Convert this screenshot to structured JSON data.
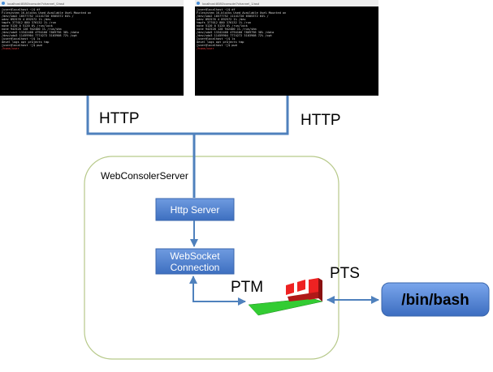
{
  "colors": {
    "connector": "#4f81bd",
    "box_fill_top": "#6f9be0",
    "box_fill_bottom": "#3d6fc0",
    "bash_fill_top": "#7aa6ec",
    "bash_fill_bottom": "#3c6dc0",
    "server_border": "#b7c98a",
    "terminal_bg": "#000000",
    "pty_green": "#33cc33",
    "pty_red": "#ee2222"
  },
  "terminals": [
    {
      "url": "localhost:8080/console/?channel_0/asd",
      "lines": [
        "[user@localhost ~]$ df",
        "Filesystem      1K-blocks     Used  Available Use% Mounted on",
        "/dev/sda2       18577752  11141720    6505372  64% /",
        "udev              892576         4     892572   1% /dev",
        "tmpfs             377012       880     376132   1% /run",
        "none                5120         0       5120   0% /run/lock",
        "none              942528       128     942400   1% /run/shm",
        "/dev/sda5       13342468   4794100    7869796  38% /data",
        "/dev/sda3       11459904   7774272    3103908  72% /opt",
        "[user@localhost ~]$ ls",
        "devel  logs  opt  projects  tmp",
        "[user@localhost ~]$ pwd"
      ],
      "red_line": "/home/user"
    },
    {
      "url": "localhost:8080/console/?channel_1/asd",
      "lines": [
        "[user@localhost ~]$ df",
        "Filesystem      1K-blocks     Used  Available Use% Mounted on",
        "/dev/sda2       18577752  11141720    6505372  64% /",
        "udev              892576         4     892572   1% /dev",
        "tmpfs             377012       880     376132   1% /run",
        "none                5120         0       5120   0% /run/lock",
        "none              942528       128     942400   1% /run/shm",
        "/dev/sda5       13342468   4794100    7869796  38% /data",
        "/dev/sda3       11459904   7774272    3103908  72% /opt",
        "[user@localhost ~]$ ls",
        "devel  logs  opt  projects  tmp",
        "[user@localhost ~]$ pwd"
      ],
      "red_line": "/home/user"
    }
  ],
  "labels": {
    "http_left": "HTTP",
    "http_right": "HTTP",
    "server_title": "WebConsolerServer",
    "http_server": "Http Server",
    "websocket_line1": "WebSocket",
    "websocket_line2": "Connection",
    "ptm": "PTM",
    "pts": "PTS",
    "bash": "/bin/bash"
  }
}
